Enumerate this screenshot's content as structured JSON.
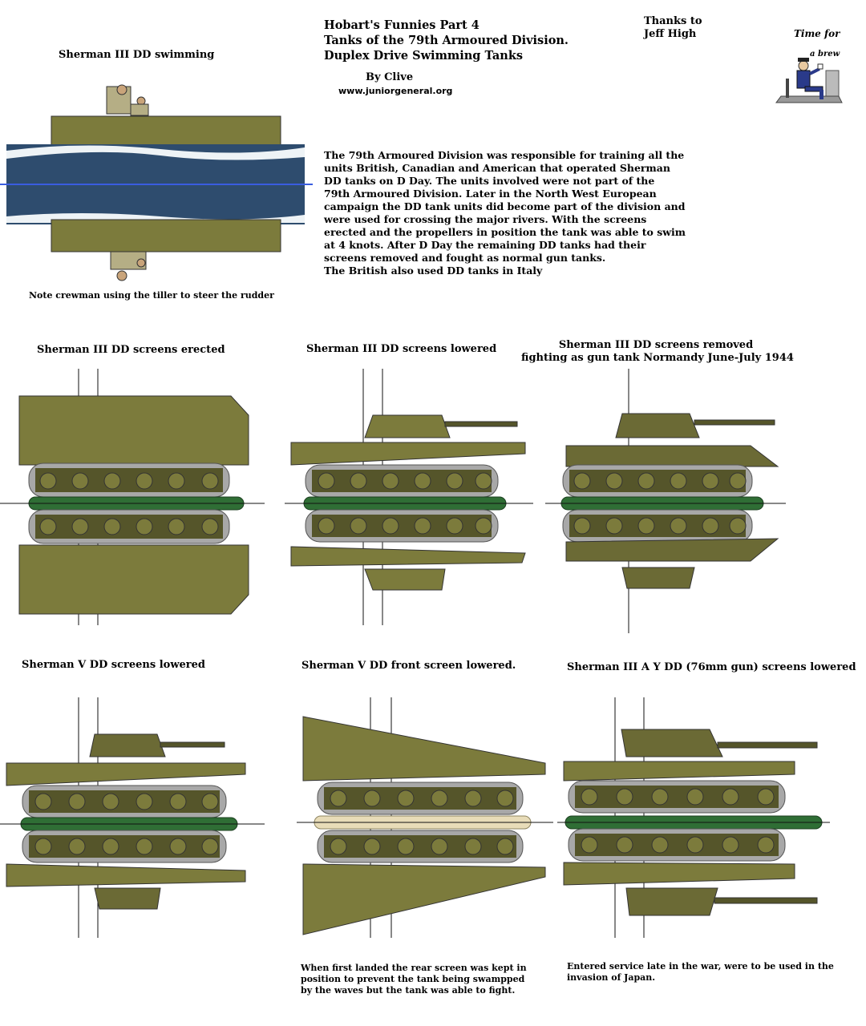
{
  "header": {
    "title_lines": [
      "Hobart's Funnies Part 4",
      "Tanks of the 79th Armoured Division.",
      "Duplex Drive Swimming Tanks"
    ],
    "author": "By Clive",
    "website": "www.juniorgeneral.org",
    "thanks_lines": [
      "Thanks to",
      "Jeff High"
    ],
    "logo_text": [
      "Time for",
      "a brew"
    ]
  },
  "intro": {
    "lines": [
      "The 79th Armoured Division was responsible for training all the",
      "units British, Canadian and American that operated Sherman",
      "DD tanks on D Day. The units involved were not part of the",
      "79th Armoured Division. Later in the North West European",
      "campaign the DD tank units did become part of the division and",
      "were used for crossing the major rivers. With the screens",
      "erected and the propellers in position the tank was able to swim",
      "at 4 knots. After D Day the remaining DD tanks had their",
      "screens removed and fought as normal gun tanks.",
      "The British also used DD tanks in Italy"
    ]
  },
  "figures": {
    "swimming": {
      "label": "Sherman III DD swimming",
      "note": "Note crewman using the tiller to steer the rudder"
    },
    "erected": {
      "label": "Sherman III DD screens erected"
    },
    "lowered": {
      "label": "Sherman III DD screens lowered"
    },
    "removed": {
      "label_lines": [
        "Sherman III DD screens removed",
        "fighting as gun tank Normandy June-July 1944"
      ]
    },
    "v_lowered": {
      "label": "Sherman V DD  screens lowered"
    },
    "v_front": {
      "label": "Sherman V DD front screen lowered.",
      "note_lines": [
        "When first landed the rear screen was kept in",
        "position to prevent the tank being swampped",
        "by the waves but the tank was able to fight."
      ]
    },
    "ay": {
      "label": "Sherman III A Y DD (76mm gun) screens lowered",
      "note_lines": [
        "Entered service late in the war, were to be used in the",
        "invasion of Japan."
      ]
    }
  },
  "colors": {
    "olive": "#7c7b3c",
    "olive_dark": "#55552a",
    "track": "#a8a8a8",
    "water": "#2e4c6e",
    "green_base": "#2f6e35",
    "tan_base": "#e8dcb8"
  }
}
